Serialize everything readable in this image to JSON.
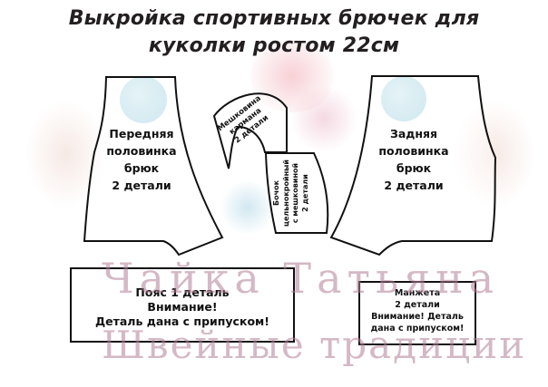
{
  "title": {
    "line1": "Выкройка спортивных брючек для",
    "line2": "куколки ростом 22см"
  },
  "pieces": {
    "front": {
      "line1": "Передняя",
      "line2": "половинка",
      "line3": "брюк",
      "line4": "2 детали"
    },
    "back": {
      "line1": "Задняя",
      "line2": "половинка",
      "line3": "брюк",
      "line4": "2 детали"
    },
    "pocket_bag": {
      "line1": "Мешковина",
      "line2": "кармана",
      "line3": "2 детали"
    },
    "side": {
      "line1": "Бочок",
      "line2": "цельнокройный",
      "line3": "с мешковиной",
      "line4": "2 детали"
    },
    "waistband": {
      "line1": "Пояс  1 деталь",
      "line2": "Внимание!",
      "line3": "Деталь дана с припуском!"
    },
    "cuff": {
      "line1": "Манжета",
      "line2": "2 детали",
      "line3": "Внимание! Деталь",
      "line4": "дана с припуском!"
    }
  },
  "watermark": {
    "line1": "Чайка Татьяна",
    "line2": "Швейные традиции"
  },
  "colors": {
    "outline": "#111111",
    "watermark": "#b07e96",
    "flower_pink": "#f2c4c8",
    "flower_blue": "#bfe0ea"
  }
}
